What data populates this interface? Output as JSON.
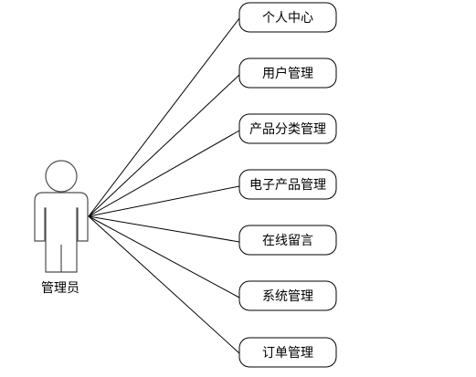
{
  "actor": {
    "label": "管理员"
  },
  "use_cases": [
    {
      "label": "个人中心"
    },
    {
      "label": "用户管理"
    },
    {
      "label": "产品分类管理"
    },
    {
      "label": "电子产品管理"
    },
    {
      "label": "在线留言"
    },
    {
      "label": "系统管理"
    },
    {
      "label": "订单管理"
    }
  ]
}
